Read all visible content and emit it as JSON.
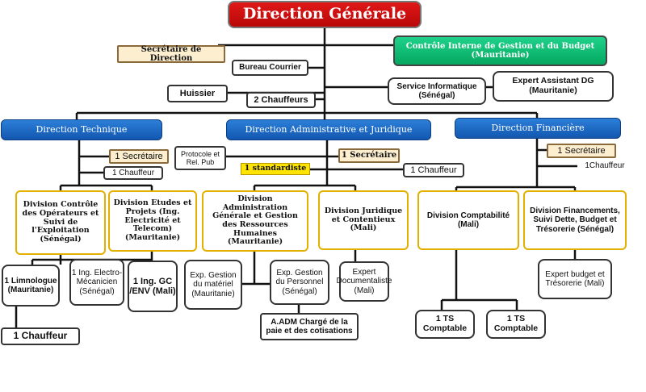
{
  "title": "Direction Générale",
  "secretaire": "Secrétaire de Direction",
  "controle": "Contrôle Interne de Gestion et du Budget (Mauritanie)",
  "bureau_courrier": "Bureau Courrier",
  "huissier": "Huissier",
  "chauffeurs": "2 Chauffeurs",
  "service_info": "Service Informatique (Sénégal)",
  "expert_dg": "Expert Assistant DG (Mauritanie)",
  "directions": {
    "technique": "Direction Technique",
    "admin": "Direction Administrative et Juridique",
    "financiere": "Direction Financière"
  },
  "tech": {
    "secretaire": "1 Secrétaire",
    "chauffeur": "1 Chauffeur",
    "div_controle": "Division Contrôle des Opérateurs et Suivi de l'Exploitation (Sénégal)",
    "div_etudes": "Division Etudes et Projets (Ing. Electricité et Telecom) (Mauritanie)",
    "limnologue": "1 Limnologue (Mauritanie)",
    "ing_electro": "1 Ing. Electro-Mécanicien (Sénégal)",
    "ing_gc": "1 Ing. GC /ENV (Mali)",
    "chauffeur_bottom": "1 Chauffeur"
  },
  "admin": {
    "protocole": "Protocole et Rel. Pub",
    "secretaire": "1 Secrétaire",
    "standardiste": "1 standardiste",
    "chauffeur": "1 Chauffeur",
    "div_admin": "Division Administration Générale et Gestion des Ressources Humaines (Mauritanie)",
    "div_juridique": "Division Juridique et Contentieux (Mali)",
    "exp_materiel": "Exp. Gestion du matériel (Mauritanie)",
    "exp_personnel": "Exp. Gestion du Personnel (Sénégal)",
    "expert_doc": "Expert Documentaliste (Mali)",
    "adm_paie": "A.ADM Chargé de la paie et des cotisations"
  },
  "fin": {
    "secretaire": "1 Secrétaire",
    "chauffeur": "1Chauffeur",
    "div_compta": "Division Comptabilité (Mali)",
    "div_financements": "Division Financements, Suivi Dette, Budget et Trésorerie (Sénégal)",
    "expert_budget": "Expert budget et Trésorerie (Mali)",
    "ts1": "1 TS Comptable",
    "ts2": "1 TS Comptable"
  }
}
